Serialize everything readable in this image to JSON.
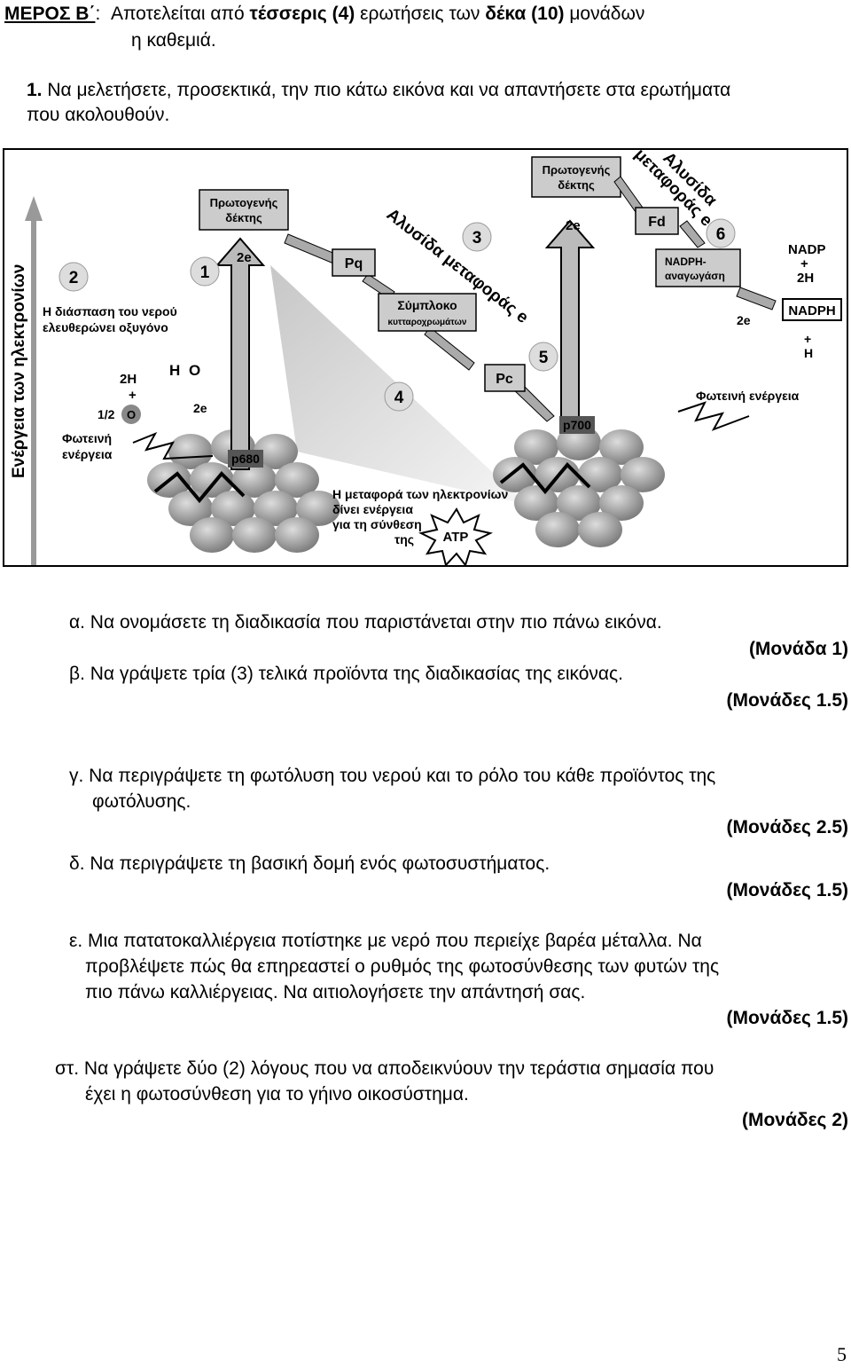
{
  "header": {
    "part": "ΜΕΡΟΣ Β΄",
    "colon": ":",
    "text1": "Αποτελείται από ",
    "bold1": "τέσσερις (4)",
    "text2": " ερωτήσεις των ",
    "bold2": "δέκα (10)",
    "text3": " μονάδων",
    "line2": "η καθεμιά."
  },
  "question1": {
    "number": "1.",
    "intro_line1": "Να μελετήσετε, προσεκτικά, την  πιο κάτω εικόνα και να απαντήσετε στα ερωτήματα",
    "intro_line2": "που ακολουθούν."
  },
  "figure": {
    "y_axis": "Ενέργεια των ηλεκτρονίων",
    "num1": "1",
    "num2": "2",
    "num3": "3",
    "num4": "4",
    "num5": "5",
    "num6": "6",
    "acceptor1": [
      "Πρωτογενής",
      "δέκτης"
    ],
    "acceptor2": [
      "Πρωτογενής",
      "δέκτης"
    ],
    "two_e_1": "2e",
    "two_e_2": "2e",
    "pq": "Pq",
    "complex": [
      "Σύμπλοκο",
      "κυτταροχρωμάτων"
    ],
    "pc": "Pc",
    "fd": "Fd",
    "nadp_reductase": [
      "NADPH-",
      "αναγωγάση"
    ],
    "chain1": "Αλυσίδα μεταφοράς e",
    "chain2a": "Αλυσίδα",
    "chain2b": "μεταφοράς e",
    "water_split": [
      "Η διάσπαση του νερού",
      "ελευθερώνει οξυγόνο"
    ],
    "two_h": "2H",
    "plus": "+",
    "half": "1/2",
    "o2": "O",
    "h2o": "H",
    "h2o_o": "O",
    "two_e_water": "2e",
    "light1": [
      "Φωτεινή",
      "ενέργεια"
    ],
    "light2": "Φωτεινή ενέργεια",
    "p680": "p680",
    "p700": "p700",
    "nadp": "NADP",
    "two_h_right": "2H",
    "two_e_right": "2e",
    "nadph": "NADPH",
    "h_plus": "H",
    "atp_text": [
      "Η μεταφορά των ηλεκτρονίων",
      "δίνει ενέργεια",
      "για τη σύνθεση",
      "της"
    ],
    "atp": "ATP"
  },
  "questions": {
    "a": "α. Να ονομάσετε τη διαδικασία που παριστάνεται στην πιο πάνω εικόνα.",
    "a_marks": "(Μονάδα 1)",
    "b": "β. Να γράψετε τρία (3) τελικά προϊόντα της διαδικασίας της εικόνας.",
    "b_marks": "(Μονάδες 1.5)",
    "c_line1": "γ. Να περιγράψετε τη φωτόλυση του νερού και το ρόλο του κάθε προϊόντος της",
    "c_line2": "φωτόλυσης.",
    "c_marks": "(Μονάδες 2.5)",
    "d": "δ. Να περιγράψετε τη βασική δομή ενός φωτοσυστήματος.",
    "d_marks": "(Μονάδες 1.5)",
    "e_line1": "ε. Μια πατατοκαλλιέργεια ποτίστηκε με νερό που περιείχε βαρέα μέταλλα. Να",
    "e_line2": "προβλέψετε πώς θα επηρεαστεί ο ρυθμός της φωτοσύνθεσης των φυτών της",
    "e_line3": "πιο πάνω καλλιέργειας. Να αιτιολογήσετε την απάντησή σας.",
    "e_marks": "(Μονάδες 1.5)",
    "f_line1": "στ. Να γράψετε δύο (2) λόγους που να αποδεικνύουν την τεράστια σημασία που",
    "f_line2": "έχει η φωτοσύνθεση για το γήινο οικοσύστημα.",
    "f_marks": "(Μονάδες 2)"
  },
  "page_number": "5"
}
